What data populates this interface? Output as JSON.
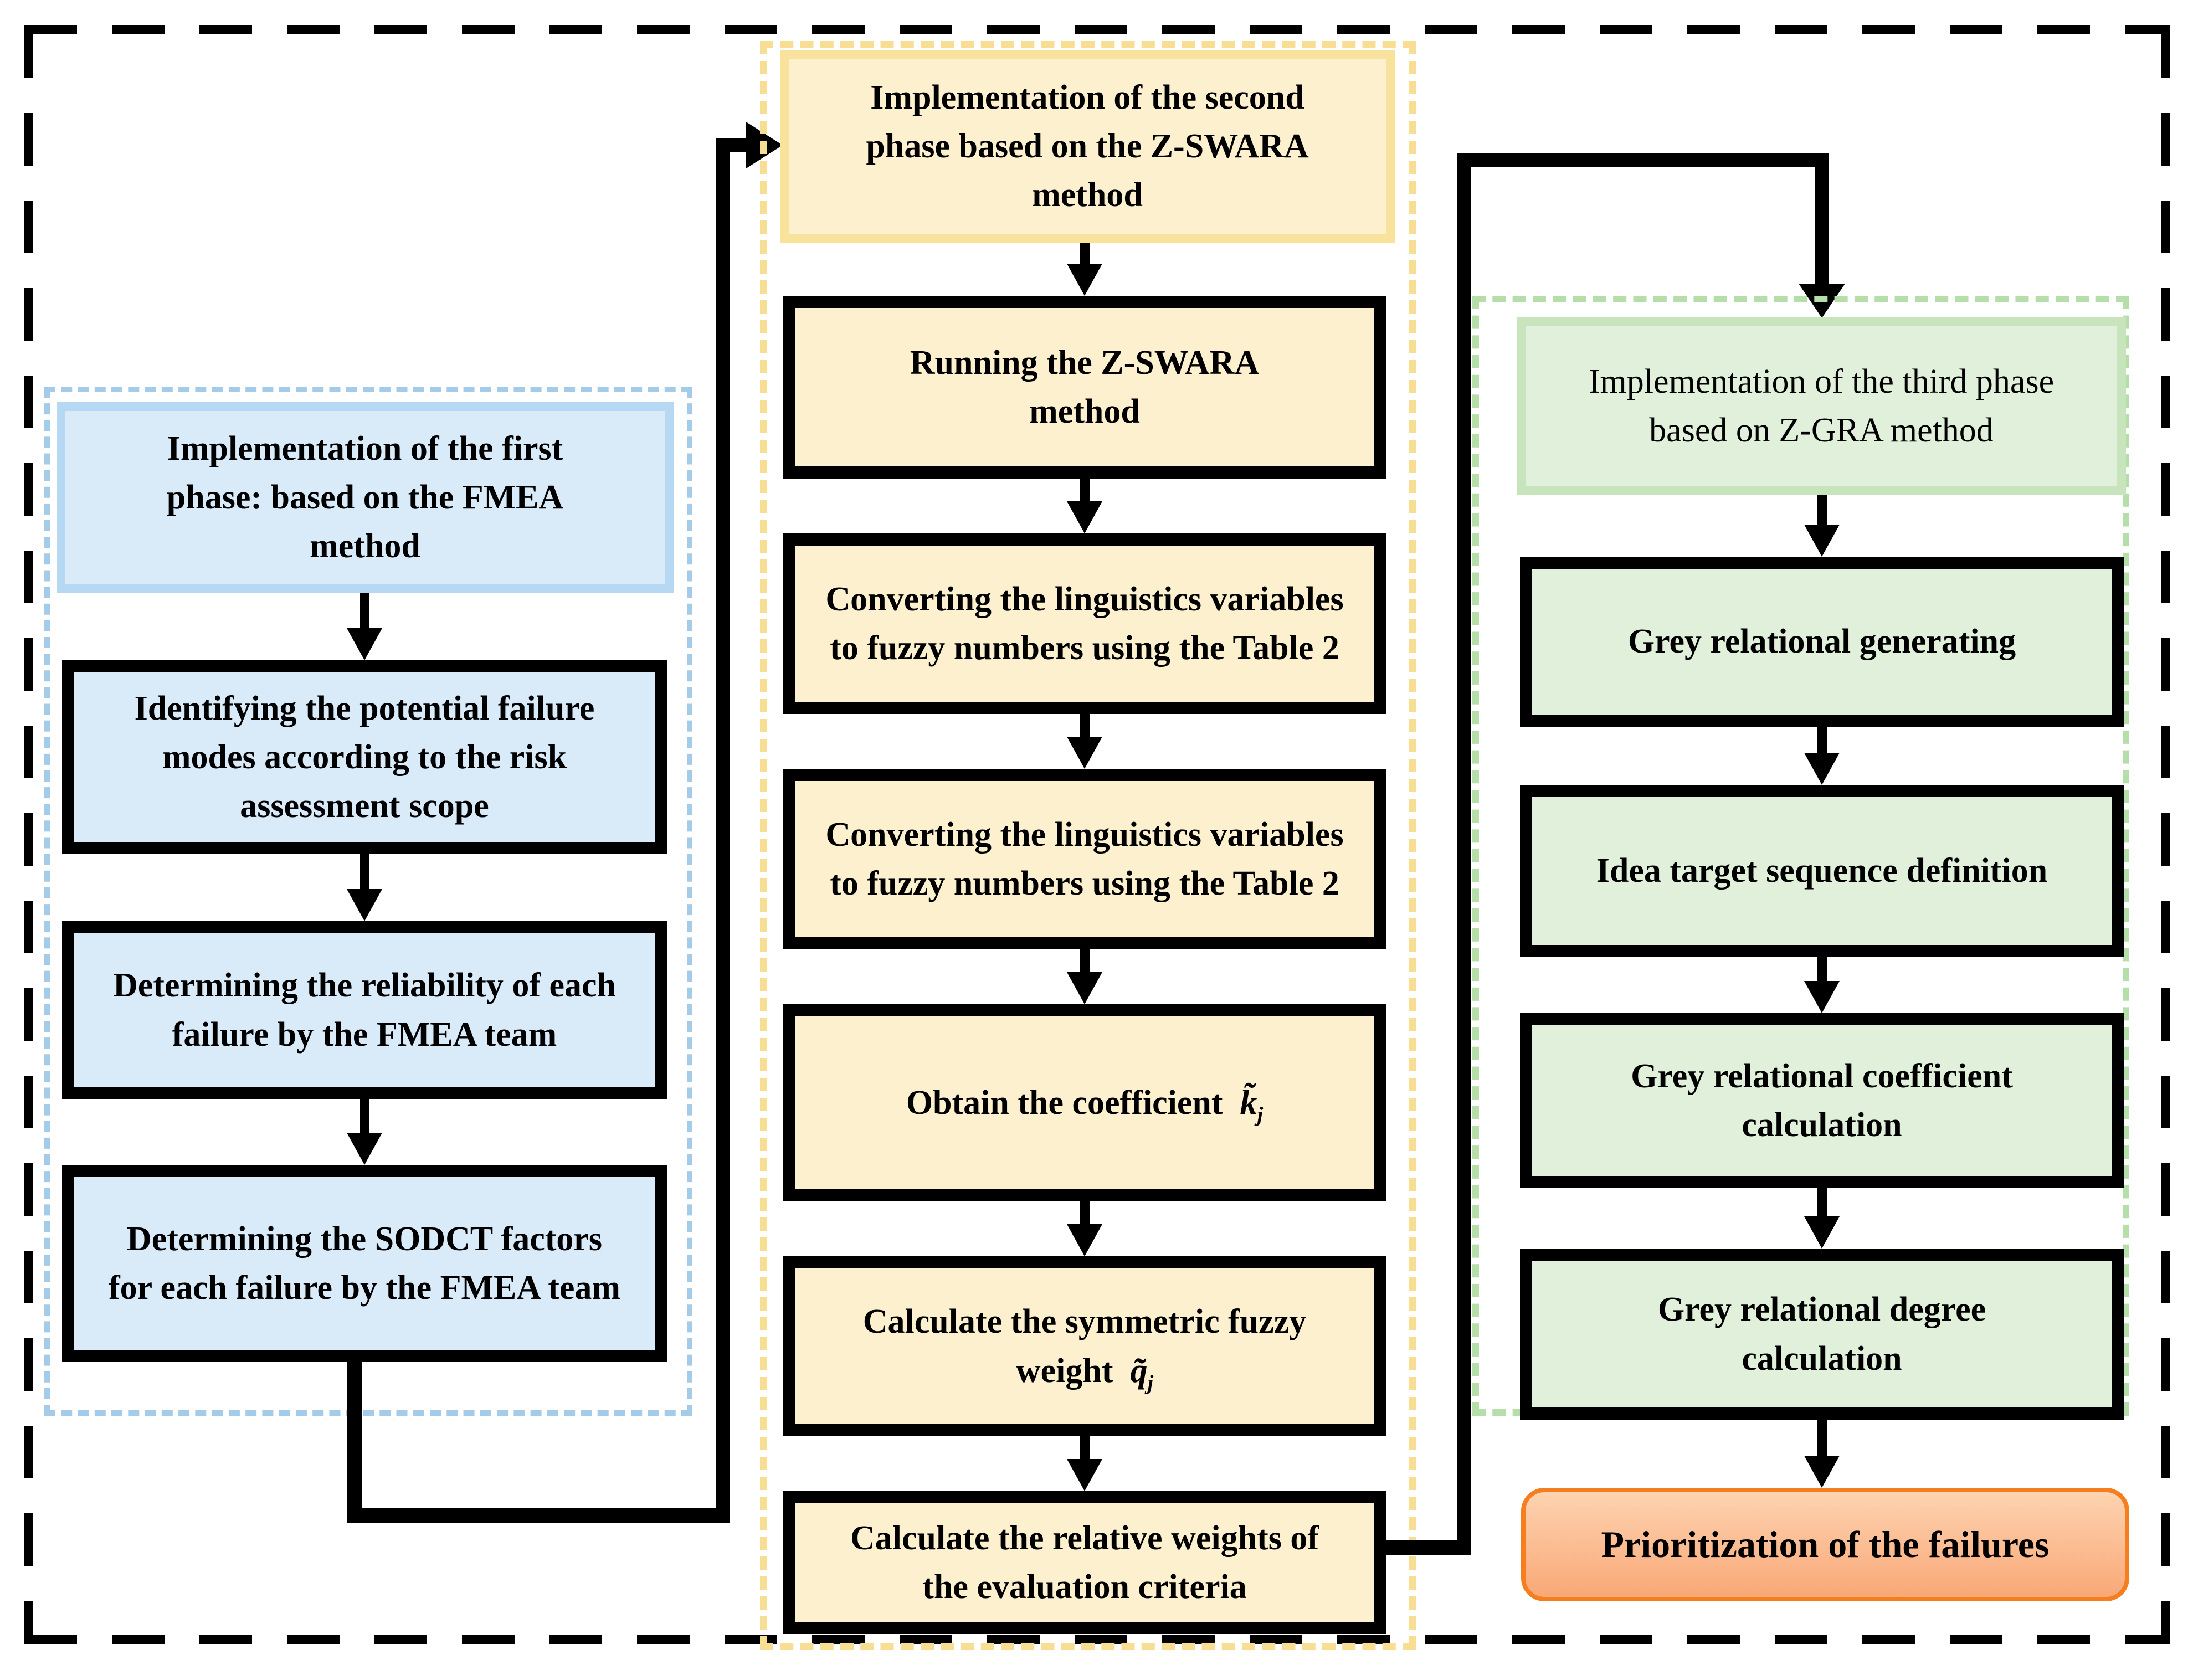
{
  "diagram": {
    "colors": {
      "outer_border": "#000000",
      "phase1_fill": "#d9eaf8",
      "phase1_header_border": "#b7d8f2",
      "phase1_dashed": "#a4cce8",
      "phase2_fill": "#fcf0cf",
      "phase2_header_border": "#f9e29b",
      "phase2_dashed": "#f7de93",
      "phase3_fill": "#e1f0db",
      "phase3_header_border": "#c8e4bd",
      "phase3_dashed": "#b6dea8",
      "result_border": "#f57e20",
      "result_fill_top": "#fdd3b0",
      "result_fill_bottom": "#f9a877",
      "node_border": "#000000",
      "text": "#000000"
    },
    "phase1": {
      "header": "Implementation of the first phase: based on the FMEA method",
      "boxes": [
        {
          "text": "Identifying the potential failure modes according to the risk assessment scope"
        },
        {
          "text": "Determining the reliability of each failure by the FMEA team"
        },
        {
          "text": "Determining the SODCT factors for each failure by the FMEA team"
        }
      ]
    },
    "phase2": {
      "header": "Implementation of the second phase based on the Z-SWARA method",
      "boxes": [
        {
          "text": "Running the Z-SWARA method"
        },
        {
          "text": "Converting the linguistics variables to fuzzy numbers using the Table 2"
        },
        {
          "text": "Converting the linguistics variables to fuzzy numbers using the Table 2"
        },
        {
          "text": "Obtain the coefficient",
          "math_base": "k̃",
          "math_sub": "j"
        },
        {
          "text": "Calculate the symmetric fuzzy weight",
          "math_base": "q̃",
          "math_sub": "j"
        },
        {
          "text": "Calculate the relative weights of the evaluation criteria"
        }
      ]
    },
    "phase3": {
      "header": "Implementation of the third phase based on Z-GRA method",
      "boxes": [
        {
          "text": "Grey relational generating"
        },
        {
          "text": "Idea target sequence definition"
        },
        {
          "text": "Grey relational coefficient calculation"
        },
        {
          "text": "Grey relational degree calculation"
        }
      ]
    },
    "result": {
      "label": "Prioritization of the failures"
    }
  }
}
